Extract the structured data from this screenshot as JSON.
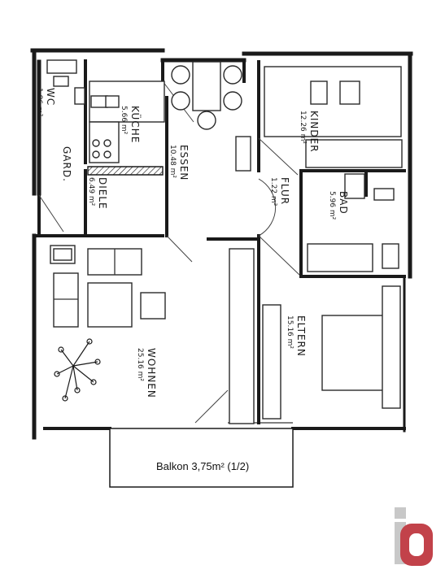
{
  "rooms": {
    "wc": {
      "name": "WC",
      "area": "1.86 m²"
    },
    "kueche": {
      "name": "KÜCHE",
      "area": "5.66 m²"
    },
    "essen": {
      "name": "ESSEN",
      "area": "10.48 m²"
    },
    "kinder": {
      "name": "KINDER",
      "area": "12.26 m²"
    },
    "flur": {
      "name": "FLUR",
      "area": "1.22 m²"
    },
    "bad": {
      "name": "BAD",
      "area": "5.96 m²"
    },
    "garderobe": {
      "name": "GARD.",
      "area": ""
    },
    "diele": {
      "name": "DIELE",
      "area": "6.49 m²"
    },
    "wohnen": {
      "name": "WOHNEN",
      "area": "25.16 m²"
    },
    "eltern": {
      "name": "ELTERN",
      "area": "15.16 m²"
    }
  },
  "balkon": {
    "label": "Balkon 3,75m² (1/2)"
  },
  "logo": {
    "accent_color": "#c2424a",
    "gray_color": "#c8c8c8",
    "icon": "io-logo-icon"
  }
}
